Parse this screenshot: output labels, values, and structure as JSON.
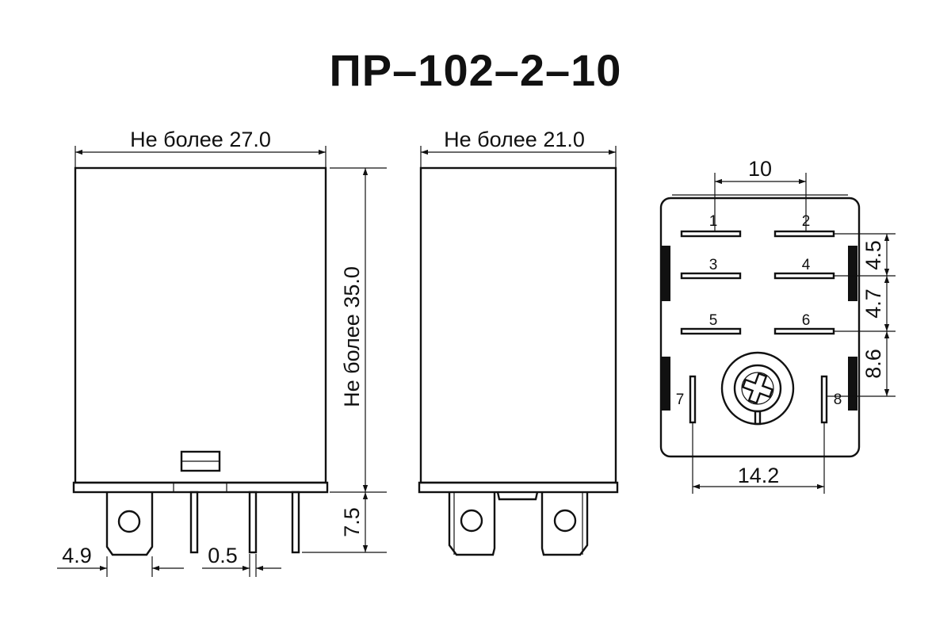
{
  "title": "ПР–102–2–10",
  "front_view": {
    "width_label": "Не более 27.0",
    "height_label": "Не более 35.0",
    "pin_length_label": "7.5",
    "tab_width_label": "4.9",
    "pin_thickness_label": "0.5"
  },
  "side_view": {
    "width_label": "Не более 21.0"
  },
  "bottom_view": {
    "pin_spacing_top_label": "10",
    "pin_spacing_bottom_label": "14.2",
    "row_pitch_1_label": "4.5",
    "row_pitch_2_label": "4.7",
    "row_pitch_3_label": "8.6",
    "pins": [
      "1",
      "2",
      "3",
      "4",
      "5",
      "6",
      "7",
      "8"
    ]
  }
}
